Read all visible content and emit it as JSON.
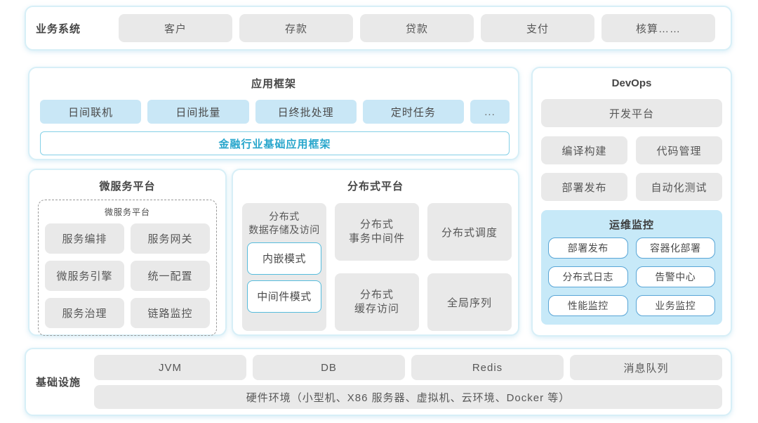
{
  "colors": {
    "section_border": "#d7eff7",
    "gray_box": "#e9e9e9",
    "blue_box": "#c9e7f6",
    "monitor_panel": "#c7e9f8",
    "monitor_border": "#58a5d6",
    "mode_border": "#56bcdc",
    "accent_text": "#28a6cc"
  },
  "business": {
    "label": "业务系统",
    "items": [
      "客户",
      "存款",
      "贷款",
      "支付",
      "核算……"
    ]
  },
  "app_framework": {
    "title": "应用框架",
    "items": [
      "日间联机",
      "日间批量",
      "日终批处理",
      "定时任务"
    ],
    "more": "...",
    "base": "金融行业基础应用框架"
  },
  "devops": {
    "title": "DevOps",
    "dev_platform": "开发平台",
    "items": [
      "编译构建",
      "代码管理",
      "部署发布",
      "自动化测试"
    ],
    "monitor": {
      "title": "运维监控",
      "items": [
        "部署发布",
        "容器化部署",
        "分布式日志",
        "告警中心",
        "性能监控",
        "业务监控"
      ]
    }
  },
  "microservice": {
    "title": "微服务平台",
    "inner_title": "微服务平台",
    "items": [
      "服务编排",
      "服务网关",
      "微服务引擎",
      "统一配置",
      "服务治理",
      "链路监控"
    ]
  },
  "distributed": {
    "title": "分布式平台",
    "storage": {
      "title": "分布式\n数据存储及访问",
      "modes": [
        "内嵌模式",
        "中间件模式"
      ]
    },
    "middle_items": [
      "分布式\n事务中间件",
      "分布式\n缓存访问"
    ],
    "right_items": [
      "分布式调度",
      "全局序列"
    ]
  },
  "infrastructure": {
    "label": "基础设施",
    "items": [
      "JVM",
      "DB",
      "Redis",
      "消息队列"
    ],
    "hardware": "硬件环境（小型机、X86 服务器、虚拟机、云环境、Docker 等）"
  }
}
